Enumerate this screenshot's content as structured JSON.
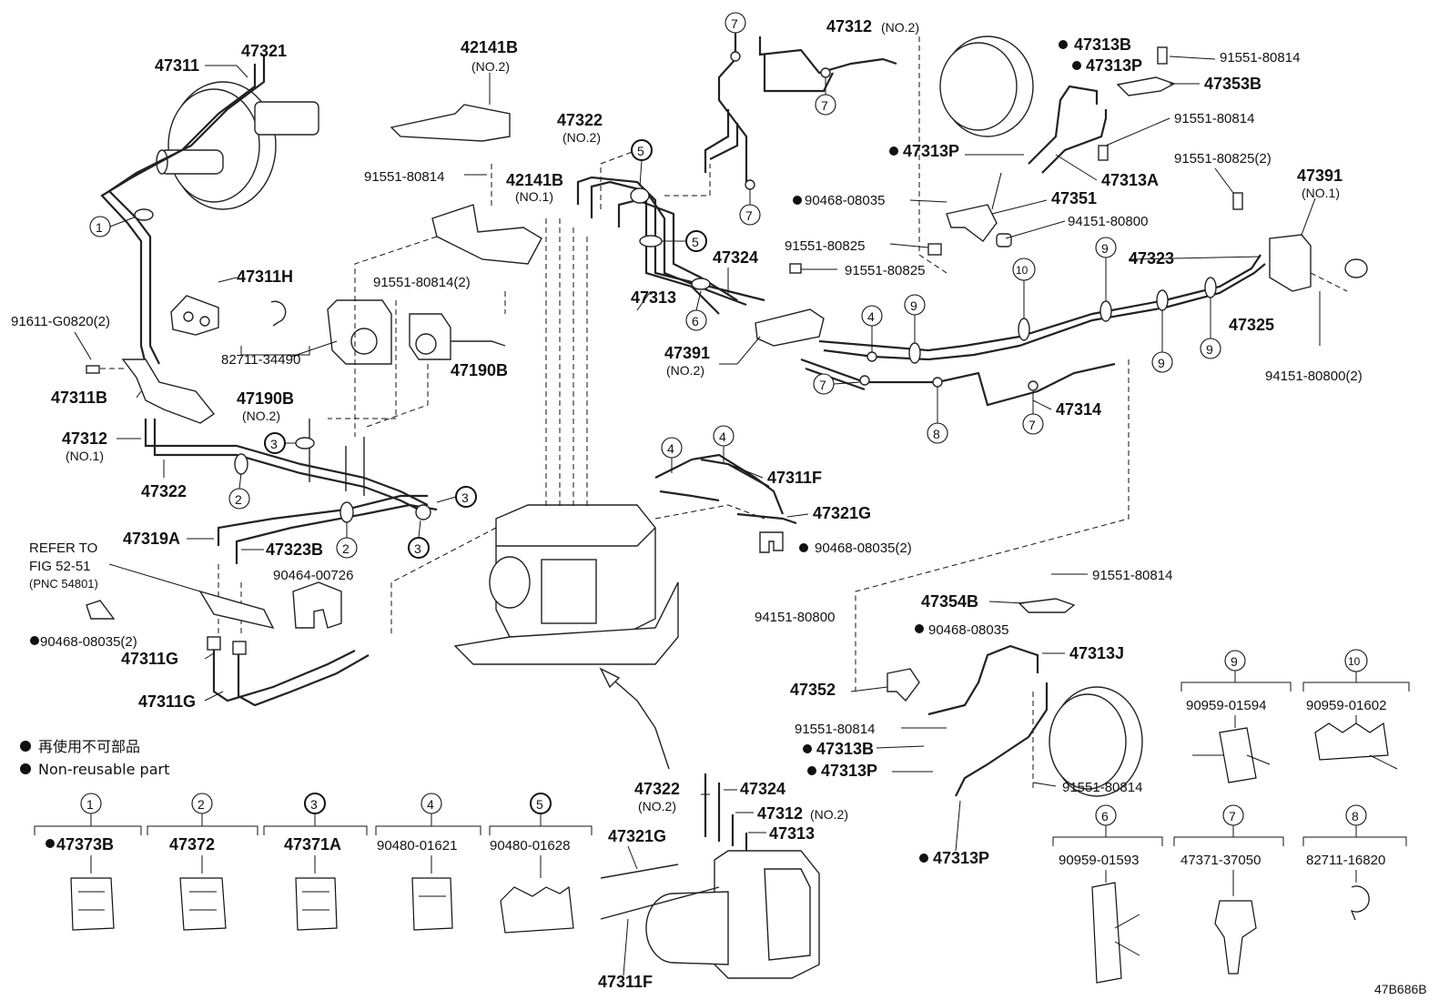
{
  "diagram_code": "47B686B",
  "legend": {
    "jp": "再使用不可部品",
    "en": "Non-reusable part"
  },
  "labels": {
    "p47311": "47311",
    "p47321": "47321",
    "p42141b": "42141B",
    "p42141b_no2": "(NO.2)",
    "p91551_80814_a": "91551-80814",
    "p42141b_b": "42141B",
    "p42141b_no1": "(NO.1)",
    "p91551_80814_2": "91551-80814(2)",
    "p47311h": "47311H",
    "p82711_34490": "82711-34490",
    "p91611": "91611-G0820(2)",
    "p47190b": "47190B",
    "p47190b_no2": "(NO.2)",
    "p47190b_r": "47190B",
    "p47311b": "47311B",
    "p47312_no1": "47312",
    "p47312_no1_s": "(NO.1)",
    "p47322_left": "47322",
    "p47319a": "47319A",
    "p47323b": "47323B",
    "refer": "REFER TO",
    "refer_fig": "FIG 52-51",
    "refer_pnc": "(PNC 54801)",
    "p90464": "90464-00726",
    "p90468_2_left": "90468-08035(2)",
    "p47311g_a": "47311G",
    "p47311g_b": "47311G",
    "p47322_top": "47322",
    "p47322_top_no2": "(NO.2)",
    "p47313_mid": "47313",
    "p47324_mid": "47324",
    "p47391_no2": "47391",
    "p47391_no2_s": "(NO.2)",
    "p47312_no2_top": "47312",
    "p47312_no2_top_s": "(NO.2)",
    "p47313b_top": "47313B",
    "p47313p_top": "47313P",
    "p91551_80814_tr": "91551-80814",
    "p47353b": "47353B",
    "p91551_80814_tr2": "91551-80814",
    "p47313p_mid": "47313P",
    "p91551_80825_2": "91551-80825(2)",
    "p47313a": "47313A",
    "p47391_no1": "47391",
    "p47391_no1_s": "(NO.1)",
    "p90468_08035_top": "90468-08035",
    "p47351": "47351",
    "p94151_80800_top": "94151-80800",
    "p91551_80825_a": "91551-80825",
    "p91551_80825_b": "91551-80825",
    "p47323": "47323",
    "p47325": "47325",
    "p94151_80800_2": "94151-80800(2)",
    "p47314": "47314",
    "p47311f": "47311F",
    "p47321g": "47321G",
    "p90468_2_mid": "90468-08035(2)",
    "p91551_80814_r1": "91551-80814",
    "p47354b": "47354B",
    "p94151_80800_r": "94151-80800",
    "p90468_r": "90468-08035",
    "p47313j": "47313J",
    "p47352": "47352",
    "p91551_80814_r2": "91551-80814",
    "p47313b_r": "47313B",
    "p47313p_r": "47313P",
    "p91551_80814_r3": "91551-80814",
    "p47313p_rb": "47313P",
    "ab_47322": "47322",
    "ab_47322_no2": "(NO.2)",
    "ab_47324": "47324",
    "ab_47312": "47312",
    "ab_47312_no2": "(NO.2)",
    "ab_47313": "47313",
    "ab_47321g": "47321G",
    "ab_47311f": "47311F"
  },
  "callouts": [
    {
      "num": "1",
      "part": "47373B",
      "non_reusable": true
    },
    {
      "num": "2",
      "part": "47372",
      "non_reusable": false
    },
    {
      "num": "3",
      "part": "47371A",
      "non_reusable": false
    },
    {
      "num": "4",
      "part": "90480-01621",
      "non_reusable": false
    },
    {
      "num": "5",
      "part": "90480-01628",
      "non_reusable": false
    },
    {
      "num": "6",
      "part": "90959-01593",
      "non_reusable": false
    },
    {
      "num": "7",
      "part": "47371-37050",
      "non_reusable": false
    },
    {
      "num": "8",
      "part": "82711-16820",
      "non_reusable": false
    },
    {
      "num": "9",
      "part": "90959-01594",
      "non_reusable": false
    },
    {
      "num": "10",
      "part": "90959-01602",
      "non_reusable": false
    }
  ]
}
